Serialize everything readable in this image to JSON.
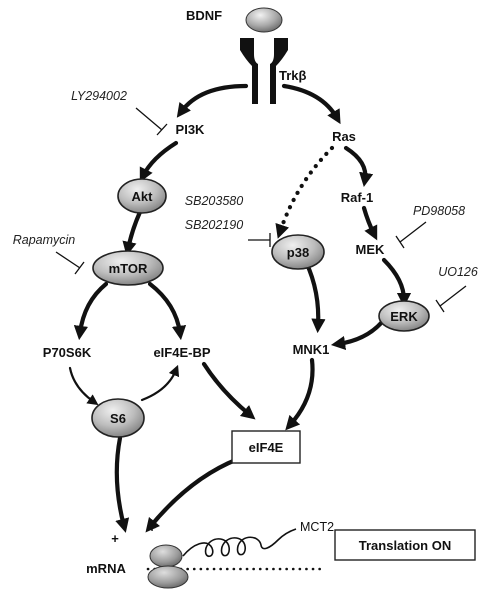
{
  "ligand": "BDNF",
  "receptor": "Trkβ",
  "nodes": {
    "pi3k": "PI3K",
    "akt": "Akt",
    "mtor": "mTOR",
    "p70s6k": "P70S6K",
    "eif4ebp": "eIF4E-BP",
    "s6": "S6",
    "ras": "Ras",
    "raf1": "Raf-1",
    "mek": "MEK",
    "erk": "ERK",
    "p38": "p38",
    "mnk1": "MNK1",
    "eif4e": "eIF4E",
    "mrna": "mRNA",
    "mct2": "MCT2"
  },
  "inhibitors": {
    "ly294002": "LY294002",
    "rapamycin": "Rapamycin",
    "sb203580": "SB203580",
    "sb202190": "SB202190",
    "pd98058": "PD98058",
    "uo126": "UO126"
  },
  "plus_left": "+",
  "plus_right": "+",
  "translation_status": "Translation ON"
}
